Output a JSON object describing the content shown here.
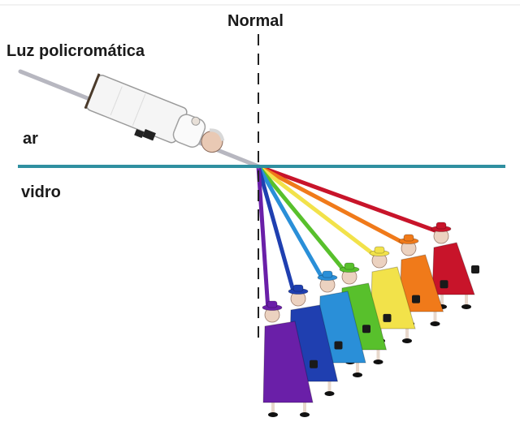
{
  "labels": {
    "normal": "Normal",
    "incident_light": "Luz policromática",
    "medium_top": "ar",
    "medium_bottom": "vidro"
  },
  "colors": {
    "background": "#ffffff",
    "interface_line": "#2f8fa0",
    "normal_line": "#222222",
    "incident_ray": "#b7b7c0",
    "text": "#1a1a1a"
  },
  "spectrum": [
    {
      "color_name": "red",
      "hex": "#c8142a"
    },
    {
      "color_name": "orange",
      "hex": "#f07a1a"
    },
    {
      "color_name": "yellow",
      "hex": "#f2e24a"
    },
    {
      "color_name": "green",
      "hex": "#58c02c"
    },
    {
      "color_name": "light-blue",
      "hex": "#2a8fd8"
    },
    {
      "color_name": "blue",
      "hex": "#1f3fb0"
    },
    {
      "color_name": "violet",
      "hex": "#6a1fa8"
    }
  ],
  "icons": {
    "source": "figure-in-white-coat-icon",
    "dispersed_figures": "figures-in-colored-coats-icon"
  }
}
